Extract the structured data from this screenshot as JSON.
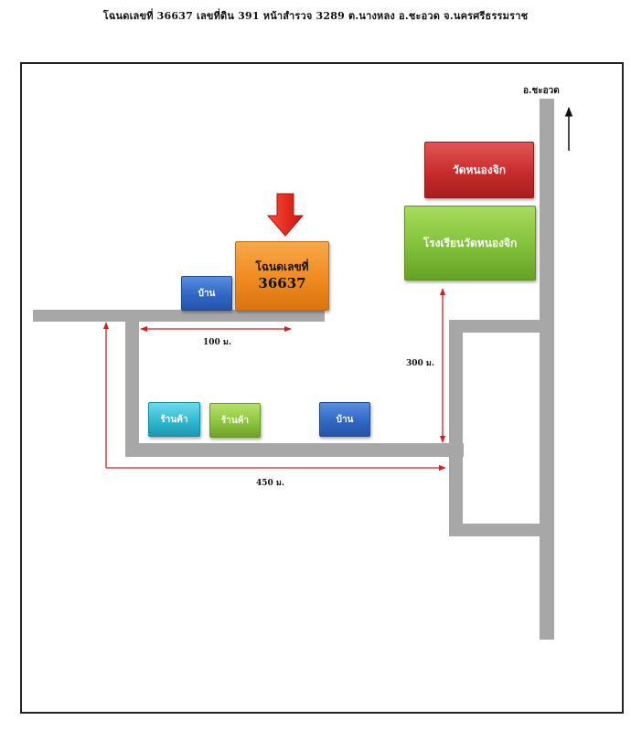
{
  "title": "โฉนดเลขที่  36637  เลขที่ดิน 391 หน้าสำรวจ 3289 ต.นางหลง อ.ชะอวด จ.นครศรีธรรมราช",
  "map": {
    "direction_label": "อ.ชะอวด",
    "direction_icon": "arrow-up-icon",
    "marker_icon": "red-down-arrow-icon",
    "land_plot": {
      "line1": "โฉนดเลขที่",
      "line2": "36637"
    },
    "house_top": "บ้าน",
    "house_bottom": "บ้าน",
    "shop_1": "ร้านค้า",
    "shop_2": "ร้านค้า",
    "temple": "วัดหนองจิก",
    "school": "โรงเรียนวัดหนองจิก",
    "distance_100": "100 ม.",
    "distance_300": "300 ม.",
    "distance_450": "450 ม."
  },
  "colors": {
    "road": "#a7a7a7",
    "measure_line": "#d42020",
    "marker": "#e2231a",
    "land_plot": "#ef8a1f",
    "house": "#2f67c6",
    "temple": "#c92b2b",
    "school": "#80c13a"
  }
}
